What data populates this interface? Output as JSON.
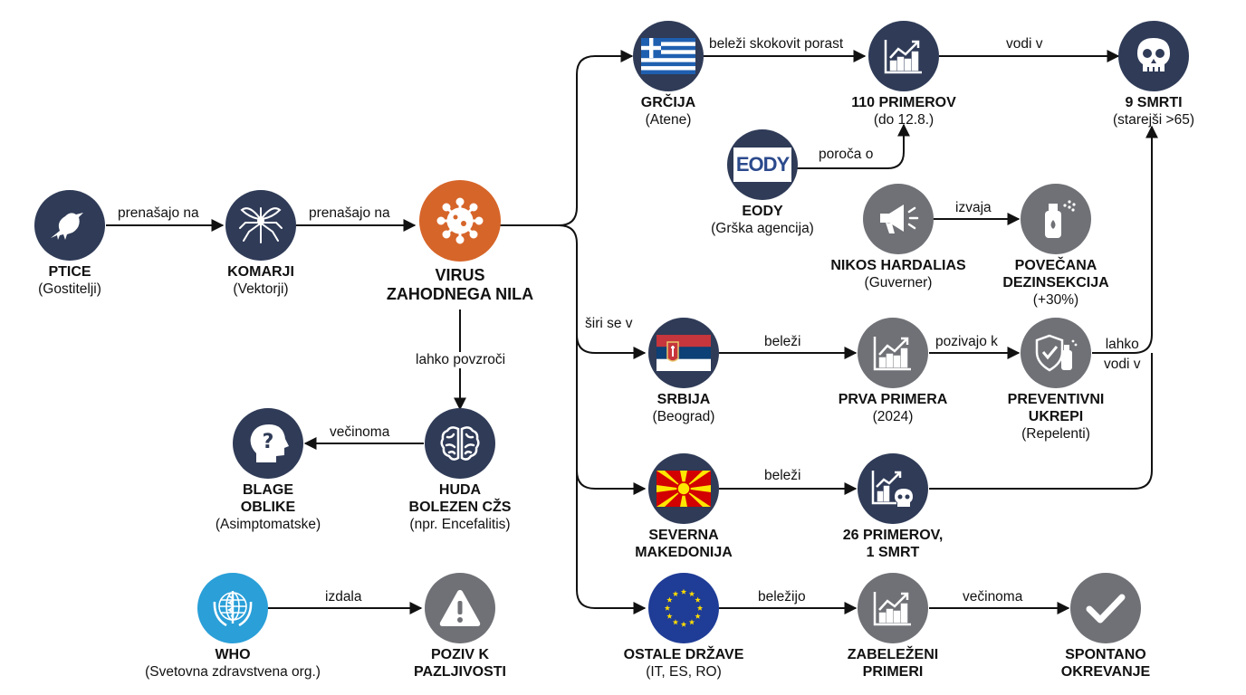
{
  "colors": {
    "navy": "#2f3b57",
    "gray": "#6f7176",
    "orange": "#d6652a",
    "who_blue": "#2a9fd8",
    "eu_blue": "#1f3c96",
    "line": "#111111"
  },
  "nodes": {
    "ptice": {
      "title": "PTICE",
      "sub": "(Gostitelji)",
      "icon": "bird-icon"
    },
    "komarji": {
      "title": "KOMARJI",
      "sub": "(Vektorji)",
      "icon": "mosquito-icon"
    },
    "virus": {
      "title": "VIRUS\nZAHODNEGA NILA",
      "icon": "virus-icon"
    },
    "huda": {
      "title": "HUDA\nBOLEZEN CŽS",
      "sub": "(npr. Encefalitis)",
      "icon": "brain-icon"
    },
    "blage": {
      "title": "BLAGE\nOBLIKE",
      "sub": "(Asimptomatske)",
      "icon": "head-question-icon"
    },
    "who": {
      "title": "WHO",
      "sub": "(Svetovna zdravstvena org.)",
      "icon": "who-emblem-icon"
    },
    "poziv": {
      "title": "POZIV K\nPAZLJIVOSTI",
      "icon": "warning-icon"
    },
    "grcija": {
      "title": "GRČIJA",
      "sub": "(Atene)",
      "icon": "greece-flag-icon"
    },
    "gr_primeri": {
      "title": "110 PRIMEROV",
      "sub": "(do 12.8.)",
      "icon": "chart-up-icon"
    },
    "smrti": {
      "title": "9 SMRTI",
      "sub": "(starejši >65)",
      "icon": "skull-icon"
    },
    "eody": {
      "title": "EODY",
      "sub": "(Grška agencija)",
      "logo_text": "EODY",
      "icon": "eody-logo-icon"
    },
    "nikos": {
      "title": "NIKOS HARDALIAS",
      "sub": "(Guverner)",
      "icon": "megaphone-icon"
    },
    "dezinf": {
      "title": "POVEČANA\nDEZINSEKCIJA",
      "sub": "(+30%)",
      "icon": "spray-can-icon"
    },
    "srbija": {
      "title": "SRBIJA",
      "sub": "(Beograd)",
      "icon": "serbia-flag-icon"
    },
    "sr_primeri": {
      "title": "PRVA PRIMERA",
      "sub": "(2024)",
      "icon": "chart-up-icon"
    },
    "ukrepi": {
      "title": "PREVENTIVNI\nUKREPI",
      "sub": "(Repelenti)",
      "icon": "shield-spray-icon"
    },
    "makedonija": {
      "title": "SEVERNA\nMAKEDONIJA",
      "icon": "macedonia-flag-icon"
    },
    "mk_primeri": {
      "title": "26 PRIMEROV,\n1 SMRT",
      "icon": "chart-skull-icon"
    },
    "ostale": {
      "title": "OSTALE DRŽAVE",
      "sub": "(IT, ES, RO)",
      "icon": "eu-flag-icon"
    },
    "ot_primeri": {
      "title": "ZABELEŽENI\nPRIMERI",
      "icon": "chart-up-icon"
    },
    "okrevanje": {
      "title": "SPONTANO\nOKREVANJE",
      "icon": "checkmark-icon"
    }
  },
  "edges": {
    "ptice_komarji": "prenašajo na",
    "komarji_virus": "prenašajo na",
    "virus_huda": "lahko povzroči",
    "huda_blage": "večinoma",
    "who_poziv": "izdala",
    "siri_se": "širi se v",
    "grcija_primeri": "beleži skokovit porast",
    "gr_smrti": "vodi v",
    "eody_primeri": "poroča o",
    "nikos_dezinf": "izvaja",
    "srbija_primeri": "beleži",
    "sr_ukrepi": "pozivajo k",
    "ukrepi_smrti": "lahko\nvodi v",
    "mk_primeri": "beleži",
    "ostale_primeri": "beležijo",
    "ot_okrevanje": "večinoma"
  }
}
